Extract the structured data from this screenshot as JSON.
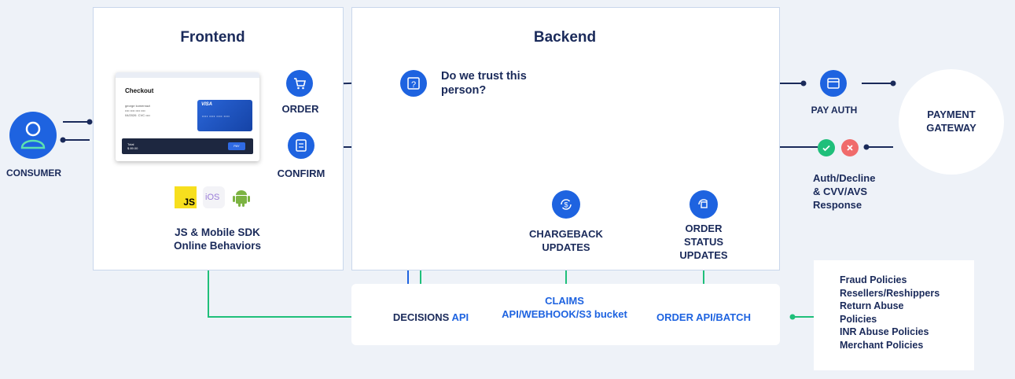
{
  "frontend": {
    "title": "Frontend",
    "checkout_title": "Checkout",
    "sdk_label_1": "JS & Mobile SDK",
    "sdk_label_2": "Online Behaviors"
  },
  "backend": {
    "title": "Backend",
    "question": "Do we trust this person?",
    "chargeback": "CHARGEBACK UPDATES",
    "order_status": "ORDER STATUS UPDATES"
  },
  "nodes": {
    "consumer": "CONSUMER",
    "order": "ORDER",
    "confirm": "CONFIRM",
    "pay_auth": "PAY AUTH",
    "payment_gateway": "PAYMENT GATEWAY",
    "auth_response": "Auth/Decline & CVV/AVS Response"
  },
  "apis": {
    "decisions": "DECISIONS",
    "decisions_suffix": "API",
    "claims_prefix": "CLAIMS",
    "claims_suffix": "API/WEBHOOK/S3 bucket",
    "order": "ORDER",
    "order_suffix": "API/BATCH"
  },
  "policies": [
    "Fraud Policies",
    "Resellers/Reshippers",
    "Return Abuse Policies",
    "INR Abuse Policies",
    "Merchant Policies"
  ],
  "sdk_icons": [
    "js-icon",
    "ios-icon",
    "android-icon"
  ],
  "colors": {
    "navy": "#1a2a5a",
    "blue": "#1e63e0",
    "green": "#1fbf7a",
    "red": "#f06b6b"
  }
}
